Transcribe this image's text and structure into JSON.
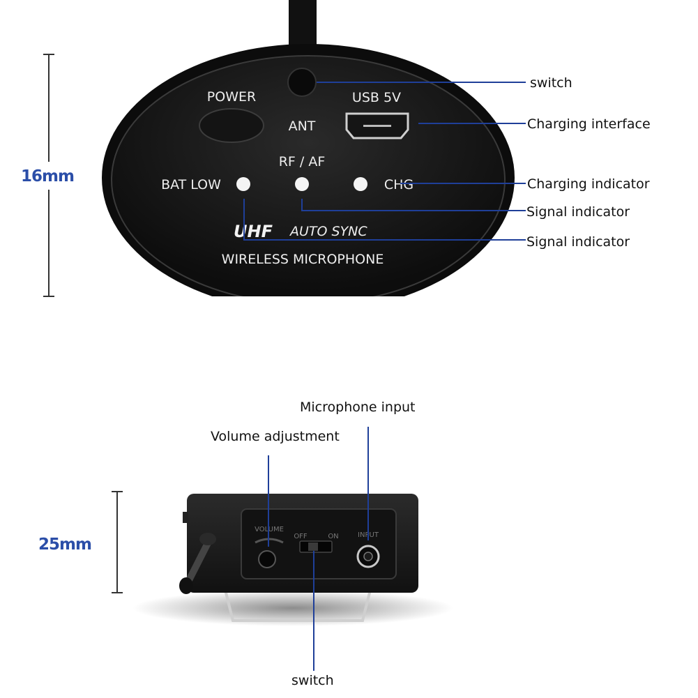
{
  "top_device": {
    "labels": {
      "power": "POWER",
      "ant": "ANT",
      "usb": "USB 5V",
      "rf_af": "RF / AF",
      "bat_low": "BAT LOW",
      "chg": "CHG",
      "brand": "UHF",
      "auto_sync": "AUTO SYNC",
      "product": "WIRELESS MICROPHONE"
    },
    "dimension": "16mm",
    "callouts": [
      "switch",
      "Charging interface",
      "Charging indicator",
      "Signal indicator",
      "Signal indicator"
    ]
  },
  "bottom_device": {
    "labels": {
      "volume": "VOLUME",
      "off": "OFF",
      "on": "ON",
      "input": "INPUT"
    },
    "dimension": "25mm",
    "callouts": {
      "microphone_input": "Microphone input",
      "volume_adjustment": "Volume adjustment",
      "switch": "switch"
    }
  },
  "colors": {
    "device_body": "#1a1a1a",
    "leader_line": "#1f3f99",
    "dimension_text": "#2b4ea8"
  }
}
